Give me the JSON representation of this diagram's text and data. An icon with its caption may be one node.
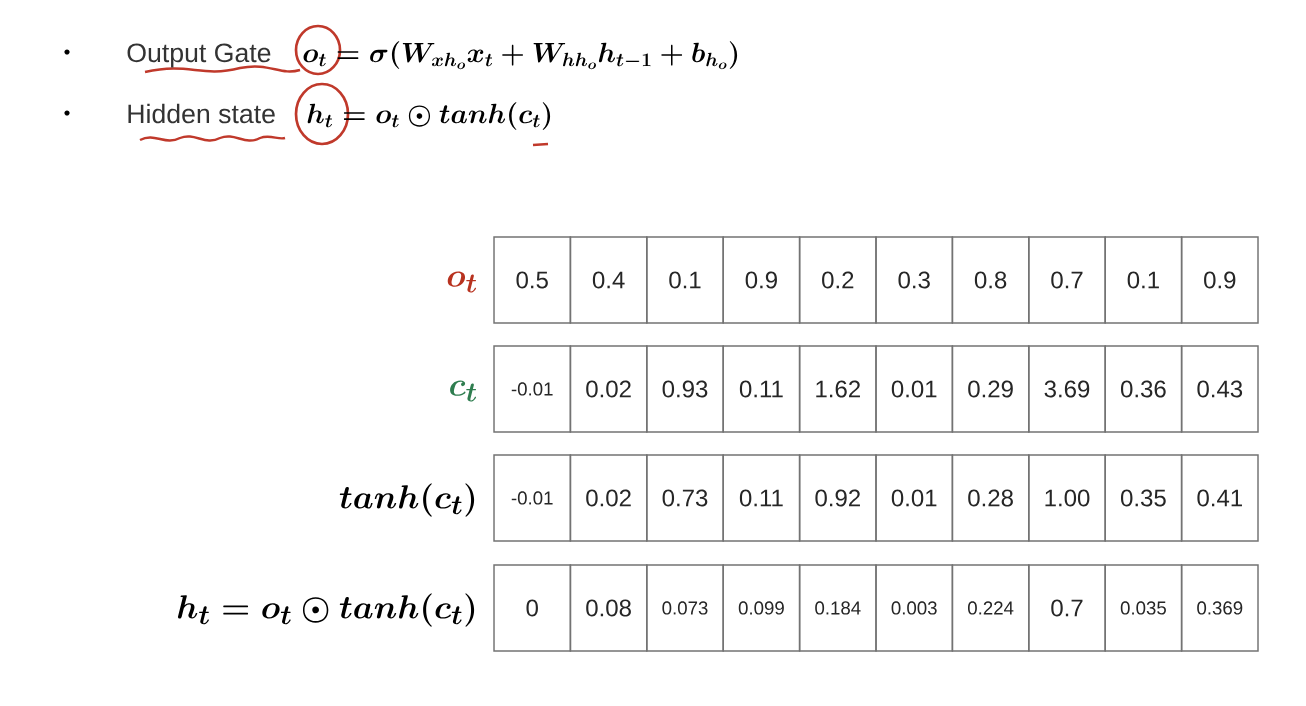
{
  "diagram": {
    "labels": [
      "Output Gate",
      "o_t = \\sigma(W_{xh_o} x_t + W_{hh_o} h_{t-1} + b_{h_o})",
      "Hidden state",
      "h_t = o_t \\odot tanh(c_t)",
      "o_t",
      "0.5",
      "0.4",
      "0.1",
      "0.9",
      "0.2",
      "0.3",
      "0.8",
      "0.7",
      "0.1",
      "0.9",
      "c_t",
      "-0.01",
      "0.02",
      "0.93",
      "0.11",
      "1.62",
      "0.01",
      "0.29",
      "3.69",
      "0.36",
      "0.43",
      "tanh(c_t)",
      "-0.01",
      "0.02",
      "0.73",
      "0.11",
      "0.92",
      "0.01",
      "0.28",
      "1.00",
      "0.35",
      "0.41",
      "h_t = o_t \\odot tanh(c_t)",
      "0",
      "0.08",
      "0.073",
      "0.099",
      "0.184",
      "0.003",
      "0.224",
      "0.7",
      "0.035",
      "0.369"
    ]
  }
}
